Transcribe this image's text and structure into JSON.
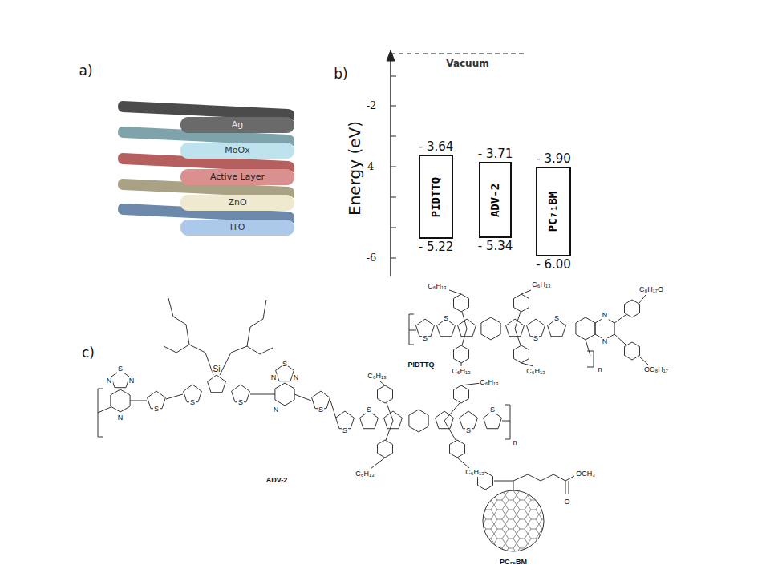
{
  "diagram": {
    "nodes": [
      {
        "text": [
          "Ag"
        ]
      },
      {
        "text": [
          "MoOx"
        ]
      },
      {
        "text": [
          "Active Layer"
        ]
      },
      {
        "text": [
          "ZnO"
        ]
      },
      {
        "text": [
          "ITO"
        ]
      },
      {
        "text": [
          "- 3.64",
          "PIDTTQ",
          "- 5.22"
        ]
      },
      {
        "text": [
          "- 3.71",
          "ADV-2",
          "- 5.34"
        ]
      },
      {
        "text": [
          "- 3.90",
          "PC₇₁BM",
          "- 6.00"
        ]
      }
    ],
    "labels": [
      "a)",
      "b)",
      "c)",
      "Vacuum",
      "Energy (eV)",
      "-2",
      "-4",
      "-6",
      "N",
      "S",
      "N",
      "N",
      "S",
      "Si",
      "S",
      "S",
      "N",
      "S",
      "N",
      "N",
      "S",
      "S",
      "S",
      "S",
      "S",
      "C₆H₁₃",
      "C₆H₁₃",
      "C₆H₁₃",
      "C₆H₁₃",
      "n",
      "ADV-2",
      "C₆H₁₃",
      "C₆H₁₃",
      "C₈H₁₇O",
      "OC₈H₁₇",
      "N",
      "N",
      "S",
      "S",
      "S",
      "S",
      "C₆H₁₃",
      "C₆H₁₃",
      "n",
      "PIDTTQ",
      "O",
      "OCH₃",
      "PC₇₀BM"
    ]
  }
}
